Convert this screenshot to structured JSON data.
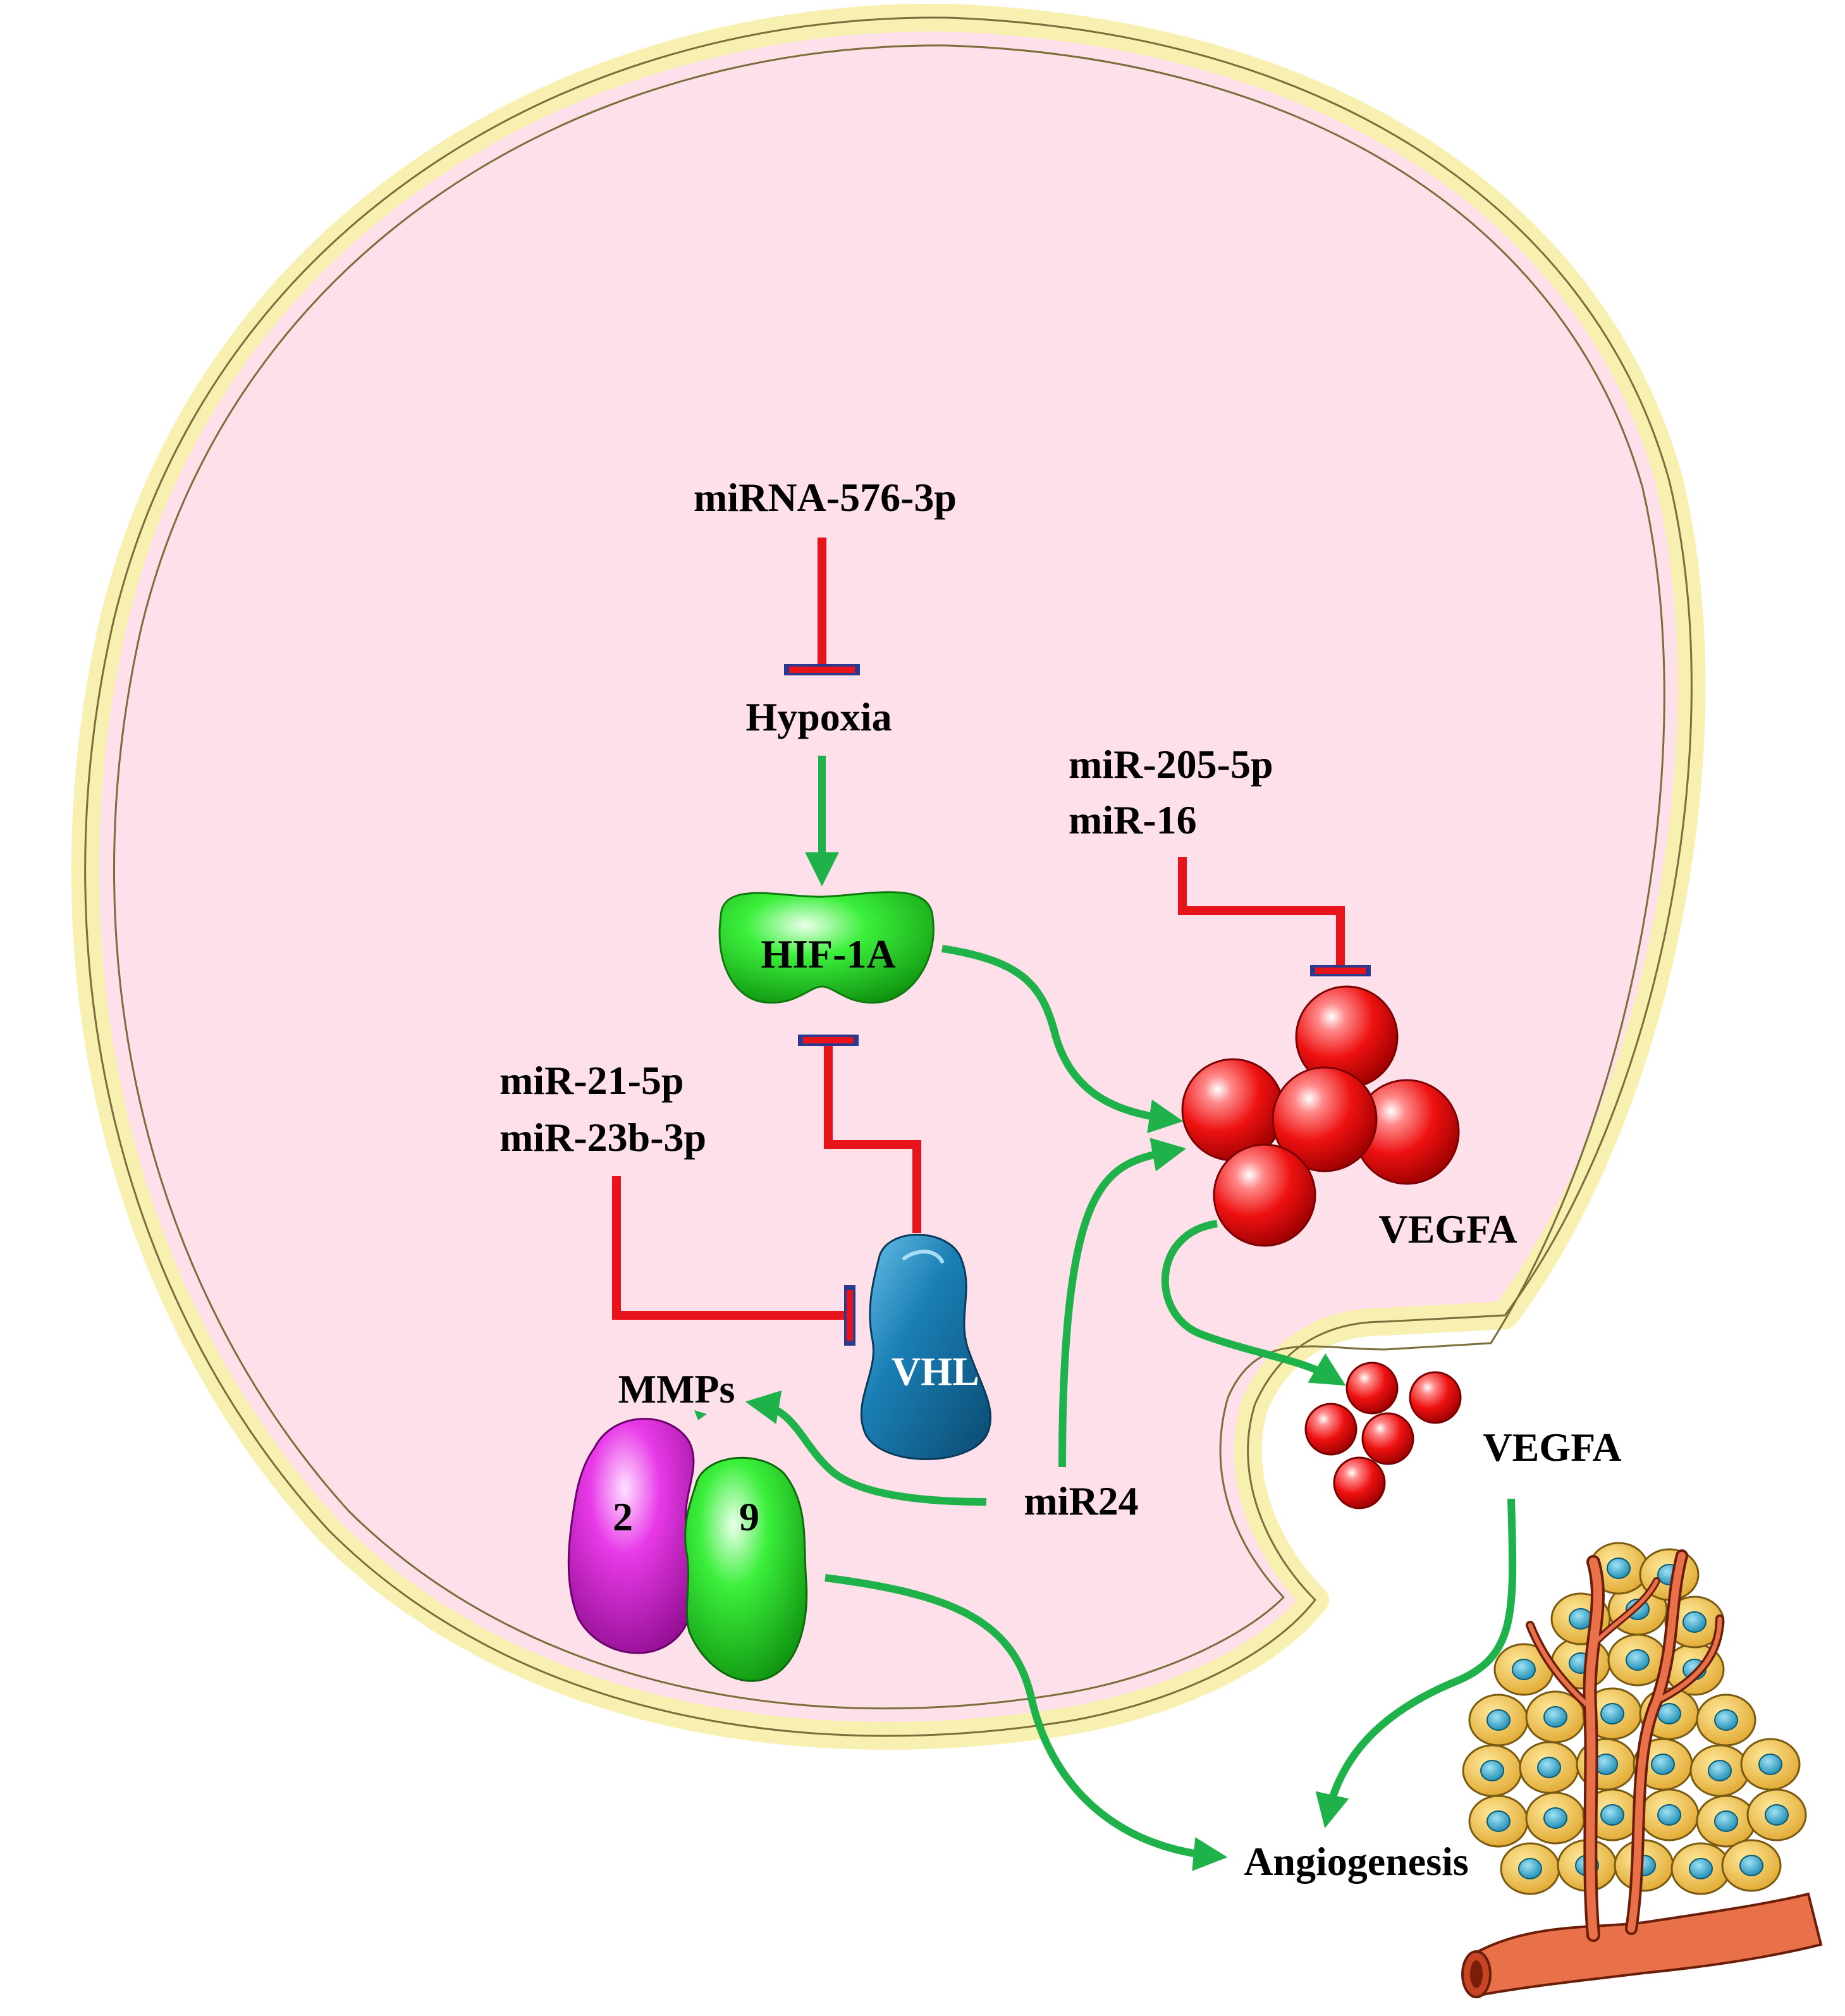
{
  "colors": {
    "cytoplasm": "#fde0ea",
    "membrane": "#f8f0b0",
    "membrane_outline": "#7a6e3a",
    "activation_arrow": "#1fb24a",
    "inhibition_line": "#e8141b",
    "inhibition_bar": "#2b3a8f",
    "hif_protein": "#2be62b",
    "vhl_protein": "#1a7fb5",
    "vegfa_sphere": "#ee1111",
    "mmp2": "#e02ee0",
    "mmp9": "#22dd22"
  },
  "labels": {
    "mirna_576": "miRNA-576-3p",
    "hypoxia": "Hypoxia",
    "hif1a": "HIF-1A",
    "mir205": "miR-205-5p",
    "mir16": "miR-16",
    "mir21": "miR-21-5p",
    "mir23b": "miR-23b-3p",
    "vhl": "VHL",
    "vegfa_intracellular": "VEGFA",
    "vegfa_secreted": "VEGFA",
    "mmps": "MMPs",
    "mmp2_number": "2",
    "mmp9_number": "9",
    "mir24": "miR24",
    "angiogenesis": "Angiogenesis"
  },
  "icons": [
    "cell-membrane",
    "hif1a-protein",
    "vhl-protein",
    "vegfa-cluster",
    "vegfa-secreted-cluster",
    "mmp-dimer",
    "tumor-vasculature"
  ]
}
